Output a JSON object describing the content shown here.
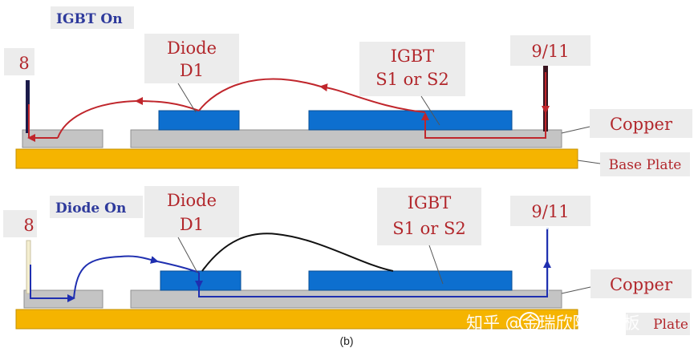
{
  "panel_top": {
    "title": "IGBT On",
    "terminal_left": "8",
    "terminal_right": "9/11",
    "diode_line1": "Diode",
    "diode_line2": "D1",
    "igbt_line1": "IGBT",
    "igbt_line2": "S1 or S2",
    "copper": "Copper",
    "base_plate": "Base Plate",
    "current_color": "#c0262c"
  },
  "panel_bottom": {
    "title": "Diode On",
    "terminal_left": "8",
    "terminal_right": "9/11",
    "diode_line1": "Diode",
    "diode_line2": "D1",
    "igbt_line1": "IGBT",
    "igbt_line2": "S1 or S2",
    "copper": "Copper",
    "base_plate": "Plate",
    "current_color": "#1f2fb0"
  },
  "caption": "(b)",
  "watermark": "知乎 @金瑞欣陶瓷基板",
  "colors": {
    "base_plate": "#f5b400",
    "copper": "#c4c4c4",
    "chip": "#0d6fcf",
    "wire_bottom": "#111111"
  }
}
